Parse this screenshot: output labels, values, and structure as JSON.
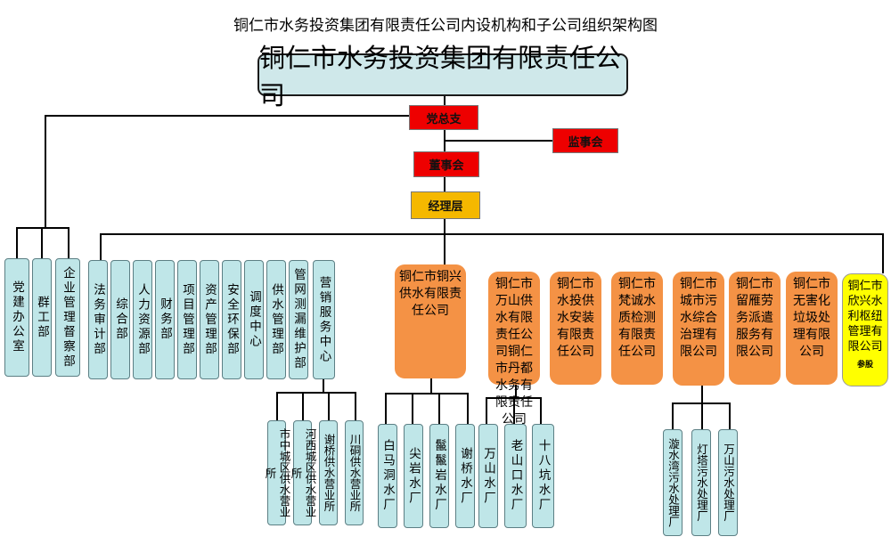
{
  "title": "铜仁市水务投资集团有限责任公司内设机构和子公司组织架构图",
  "root": "铜仁市水务投资集团有限责任公司",
  "party": "党总支",
  "supervisory": "监事会",
  "board": "董事会",
  "management": "经理层",
  "party_units": [
    "党建办公室",
    "群工部",
    "企业管理督察部"
  ],
  "departments": [
    "法务审计部",
    "综合部",
    "人力资源部",
    "财务部",
    "项目管理部",
    "资产管理部",
    "安全环保部",
    "调度中心",
    "供水管理部",
    "管网测漏维护部",
    "营销服务中心"
  ],
  "service_stations": [
    "市中城区供水营业所",
    "河西城区供水营业所",
    "谢桥供水营业所",
    "川硐供水营业所"
  ],
  "subsidiaries": [
    {
      "name": "铜仁市铜兴供水有限责任公司"
    },
    {
      "name": "铜仁市万山供水有限责任公司"
    },
    {
      "name": "铜仁市丹都水务有限责任公司"
    },
    {
      "name": "铜仁市水投供水安装有限责任公司"
    },
    {
      "name": "铜仁市梵诚水质检测有限责任公司"
    },
    {
      "name": "铜仁市城市污水综合治理有限公司"
    },
    {
      "name": "铜仁市留雁劳务派遣服务有限公司"
    },
    {
      "name": "铜仁市无害化垃圾处理有限公司"
    },
    {
      "name": "铜仁市欣兴水利枢纽管理有限公司",
      "note": "参股"
    }
  ],
  "tongxing_plants": [
    "白马洞水厂",
    "尖岩水厂",
    "鬣鬣岩水厂",
    "谢桥水厂"
  ],
  "wanshan_plants": [
    "万山水厂",
    "老山口水厂",
    "十八坑水厂"
  ],
  "sewage_plants": [
    "漩水湾污水处理厂",
    "灯塔污水处理厂",
    "万山污水处理厂"
  ]
}
